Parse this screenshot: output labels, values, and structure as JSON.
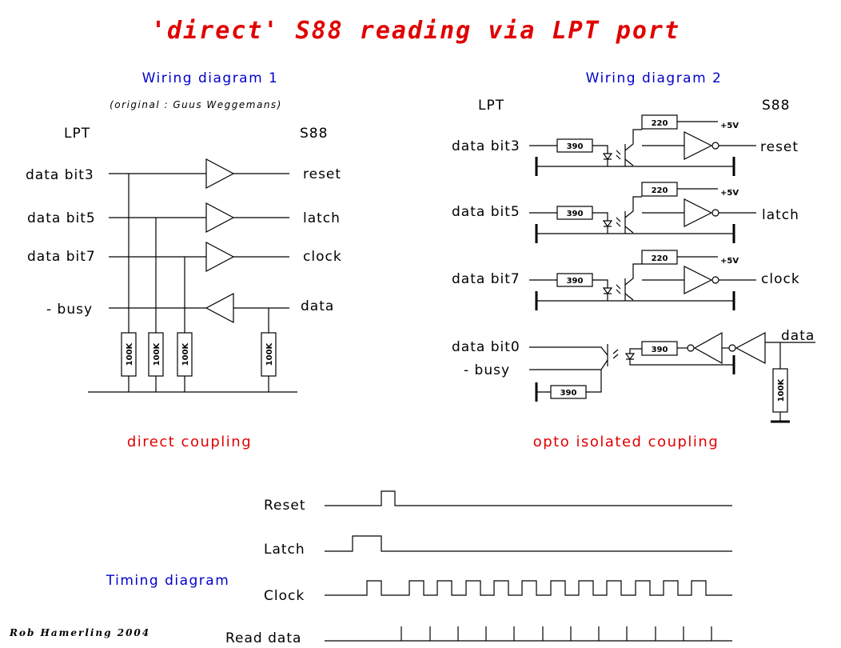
{
  "title": "'direct' S88 reading via LPT port",
  "diagram1": {
    "heading": "Wiring diagram 1",
    "credit": "(original : Guus Weggemans)",
    "lpt": "LPT",
    "s88": "S88",
    "inputs": [
      "data bit3",
      "data bit5",
      "data bit7",
      "- busy"
    ],
    "outputs": [
      "reset",
      "latch",
      "clock",
      "data"
    ],
    "resistors": [
      "100K",
      "100K",
      "100K",
      "100K"
    ],
    "caption": "direct coupling"
  },
  "diagram2": {
    "heading": "Wiring diagram 2",
    "lpt": "LPT",
    "s88": "S88",
    "inputs": [
      "data bit3",
      "data bit5",
      "data bit7",
      "data bit0",
      "- busy"
    ],
    "outputs": [
      "reset",
      "latch",
      "clock",
      "data"
    ],
    "r_in": "390",
    "r_pull": "220",
    "supply": "+5V",
    "r_out": "100K",
    "caption": "opto isolated coupling"
  },
  "timing": {
    "heading": "Timing diagram",
    "signals": [
      "Reset",
      "Latch",
      "Clock",
      "Read data"
    ]
  },
  "signature": "Rob Hamerling 2004"
}
